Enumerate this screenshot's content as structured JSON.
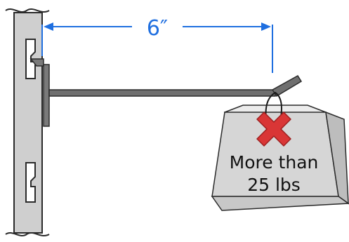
{
  "dimension": {
    "label": "6″"
  },
  "weight": {
    "label_line1": "More than",
    "label_line2": "25 lbs"
  },
  "marker": {
    "icon": "red-x-icon"
  },
  "colors": {
    "dimension_line": "#1f6fe0",
    "post_fill": "#cfcfcf",
    "hook": "#6f6f6f",
    "weight_front": "#d6d6d6",
    "weight_top": "#ececec",
    "weight_side": "#bdbdbd",
    "x_mark": "#d93636"
  }
}
